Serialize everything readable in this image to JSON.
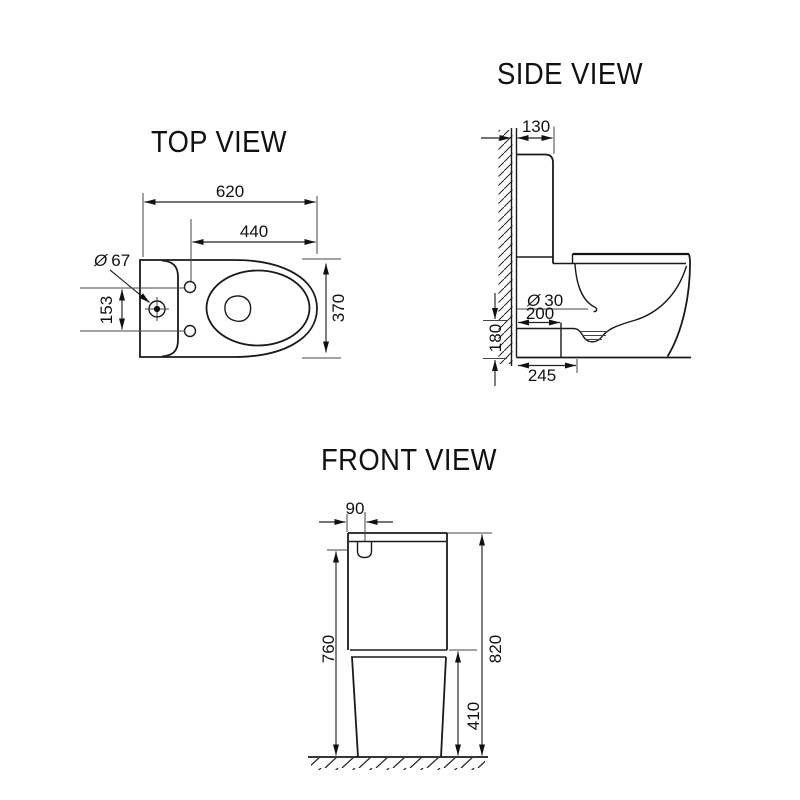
{
  "top_view": {
    "title": "TOP VIEW",
    "dim_overall_length": "620",
    "dim_pan_projection": "440",
    "diameter_symbol": "Ø",
    "dim_hole_diameter": "67",
    "dim_hole_spacing": "153",
    "dim_overall_width": "370"
  },
  "side_view": {
    "title": "SIDE VIEW",
    "dim_cistern_depth": "130",
    "diameter_symbol": "Ø",
    "dim_outlet_diameter": "30",
    "dim_outlet_setout": "200",
    "dim_outlet_height": "180",
    "dim_base_depth": "245"
  },
  "front_view": {
    "title": "FRONT VIEW",
    "dim_button_offset": "90",
    "dim_cistern_height": "760",
    "dim_seat_height": "410",
    "dim_overall_height": "820"
  }
}
